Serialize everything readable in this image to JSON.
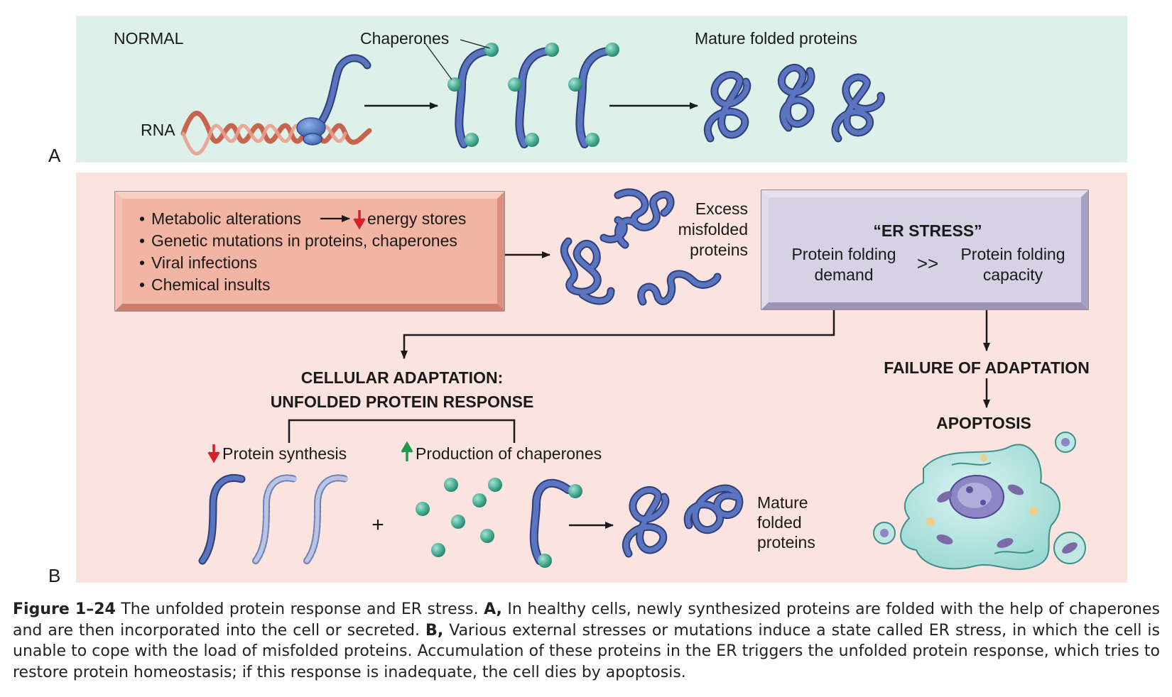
{
  "panel_a": {
    "label": "A",
    "normal": "NORMAL",
    "rna": "RNA",
    "chaperones": "Chaperones",
    "mature": "Mature folded proteins"
  },
  "panel_b": {
    "label": "B",
    "causes": [
      "Metabolic alterations",
      "energy stores",
      "Genetic mutations in proteins, chaperones",
      "Viral infections",
      "Chemical insults"
    ],
    "excess": [
      "Excess",
      "misfolded",
      "proteins"
    ],
    "er_stress": {
      "title": "“ER STRESS”",
      "left": [
        "Protein folding",
        "demand"
      ],
      "relation": ">>",
      "right": [
        "Protein folding",
        "capacity"
      ]
    },
    "adaptation": [
      "CELLULAR ADAPTATION:",
      "UNFOLDED PROTEIN RESPONSE"
    ],
    "synthesis": "Protein synthesis",
    "chaperone_production": "Production of chaperones",
    "plus": "+",
    "mature": [
      "Mature",
      "folded",
      "proteins"
    ],
    "failure": "FAILURE OF ADAPTATION",
    "apoptosis": "APOPTOSIS"
  },
  "caption": {
    "figure": "Figure 1–24",
    "text1": " The unfolded protein response and ER stress. ",
    "a": "A,",
    "text2": " In healthy cells, newly synthesized proteins are folded with the help of chaperones and are then incorporated into the cell or secreted. ",
    "b": "B,",
    "text3": " Various external stresses or mutations induce a state called ER stress, in which the cell is unable to cope with the load of misfolded proteins. Accumulation of these proteins in the ER triggers the unfolded protein response, which tries to restore protein homeostasis; if this response is inadequate, the cell dies by apoptosis."
  },
  "colors": {
    "panel_a_bg": "#ddf0ea",
    "panel_b_bg": "#fbe3df",
    "cause_box": "#f2b3a3",
    "er_box": "#d5cfe3",
    "protein": "#4d63a8",
    "chaperone": "#4fb39a",
    "down_arrow": "#d42027",
    "up_arrow": "#1e9a4a"
  }
}
